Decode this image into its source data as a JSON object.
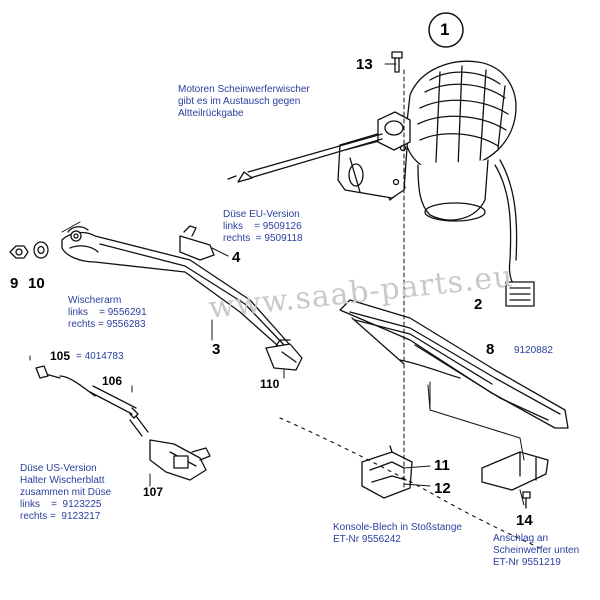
{
  "part_numbers": {
    "p1": "1",
    "p2": "2",
    "p3": "3",
    "p4": "4",
    "p8": "8",
    "p9": "9",
    "p10": "10",
    "p11": "11",
    "p12": "12",
    "p13": "13",
    "p14": "14",
    "p105": "105",
    "p106": "106",
    "p107": "107",
    "p110": "110"
  },
  "notes": {
    "motor": "Motoren Scheinwerferwischer\ngibt es im Austausch gegen\nAltteilrückgabe",
    "duese_eu": "Düse EU-Version\nlinks    = 9509126\nrechts  = 9509118",
    "wischerarm": "Wischerarm\nlinks    = 9556291\nrechts = 9556283",
    "p105_nr": "= 4014783",
    "p8_nr": "9120882",
    "duese_us": "Düse US-Version\nHalter Wischerblatt\nzusammen mit Düse\nlinks    =  9123225\nrechts =  9123217",
    "konsole": "Konsole-Blech in Stoßstange\nET-Nr 9556242",
    "anschlag": "Anschlag an\nScheinwerfer unten\nET-Nr 9551219"
  },
  "watermark": "www.saab-parts.eu"
}
